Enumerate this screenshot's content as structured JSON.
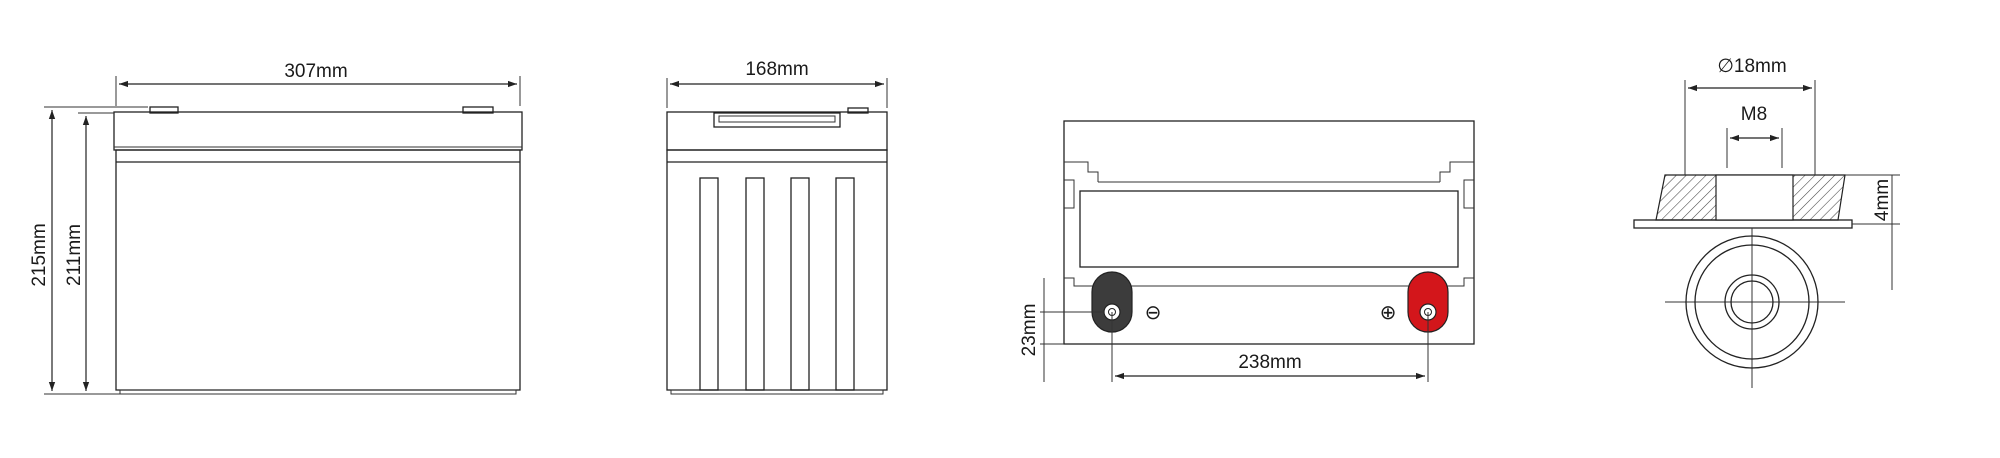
{
  "views": {
    "front": {
      "width_label": "307mm",
      "total_height_label": "215mm",
      "body_height_label": "211mm"
    },
    "side": {
      "width_label": "168mm"
    },
    "top": {
      "terminal_height_label": "23mm",
      "terminal_spacing_label": "238mm",
      "negative_symbol": "⊖",
      "positive_symbol": "⊕"
    },
    "terminal": {
      "outer_diameter_label": "∅18mm",
      "thread_label": "M8",
      "thickness_label": "4mm"
    }
  },
  "colors": {
    "line": "#222222",
    "negative_terminal": "#3c3c3c",
    "positive_terminal": "#d3161b",
    "hatch": "#444444"
  }
}
